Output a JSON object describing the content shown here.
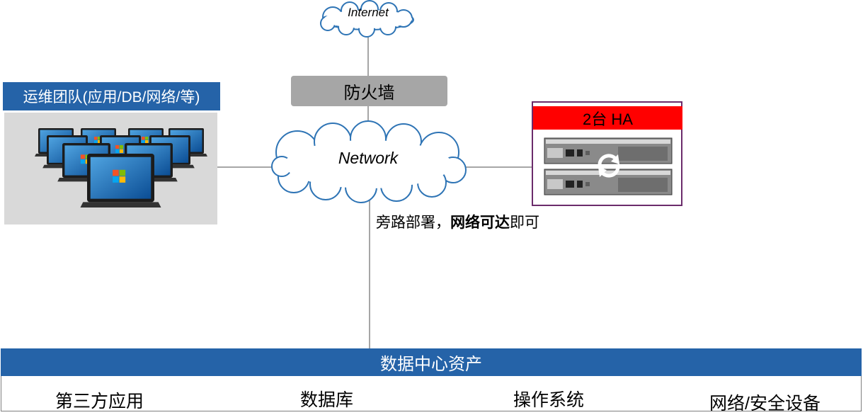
{
  "diagram": {
    "internet_label": "Internet",
    "firewall_label": "防火墙",
    "network_label": "Network",
    "team_title": "运维团队(应用/DB/网络/等)",
    "ha_title": "2台 HA",
    "deploy_note_prefix": "旁路部署，",
    "deploy_note_bold": "网络可达",
    "deploy_note_suffix": "即可",
    "datacenter_title": "数据中心资产",
    "assets": [
      "第三方应用",
      "数据库",
      "操作系统",
      "网络/安全设备"
    ],
    "colors": {
      "header_blue": "#2563a8",
      "firewall_gray": "#a6a6a6",
      "ha_red": "#ff0000",
      "ha_border": "#6b2c6b",
      "cloud_stroke": "#2e74b5"
    },
    "icons": {
      "workstations": "laptop-icon",
      "appliance": "server-appliance-icon",
      "sync": "sync-icon"
    }
  }
}
